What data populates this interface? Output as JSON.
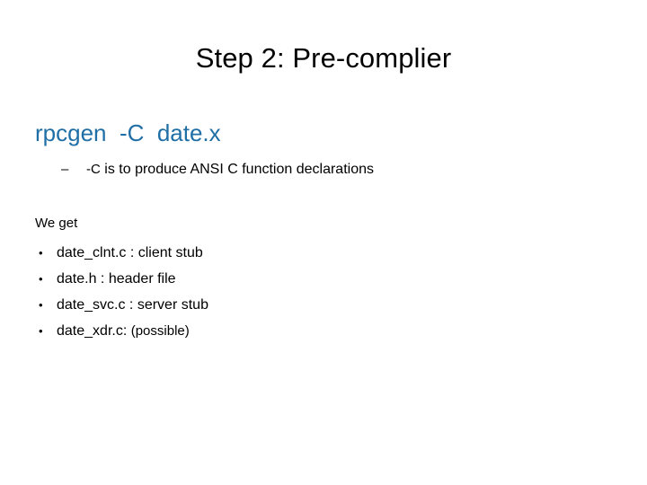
{
  "slide": {
    "title": "Step 2: Pre-complier",
    "background_color": "#ffffff",
    "accent_color": "#1f6fa6",
    "text_color": "#000000"
  },
  "command": {
    "heading": "rpcgen  -C  date.x",
    "sub_bullet": {
      "marker": "–",
      "flag": "-C",
      "text": " is to produce ANSI C function declarations"
    }
  },
  "output_list": {
    "intro": "We get",
    "bullet_marker": "•",
    "items": [
      {
        "name": "date_clnt.c : client stub",
        "note": ""
      },
      {
        "name": "date.h : header file",
        "note": ""
      },
      {
        "name": "date_svc.c : server stub",
        "note": ""
      },
      {
        "name": "date_xdr.c: ",
        "note": "(possible)"
      }
    ]
  }
}
